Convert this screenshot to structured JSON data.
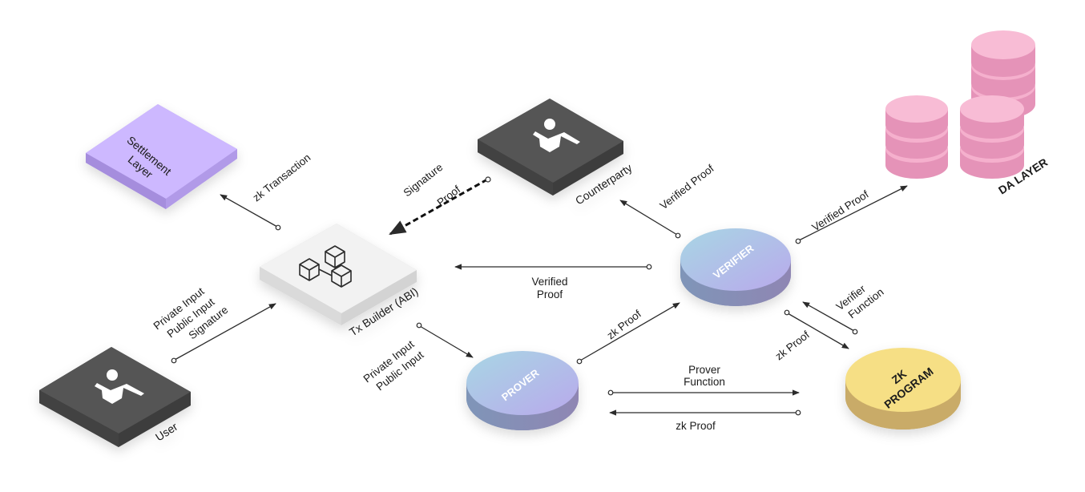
{
  "nodes": {
    "settlement_layer": [
      "Settlement",
      "Layer"
    ],
    "counterparty": "Counterparty",
    "tx_builder": "Tx Builder (ABI)",
    "user": "User",
    "verifier": "VERIFIER",
    "prover": "PROVER",
    "zk_program": [
      "ZK",
      "PROGRAM"
    ],
    "da_layer": "DA LAYER"
  },
  "edges": {
    "zk_transaction": "zk Transaction",
    "signature_proof": [
      "Signature",
      "Proof"
    ],
    "verified_proof_counterparty": "Verified Proof",
    "verified_proof_da": "Verified Proof",
    "verified_proof_tx": [
      "Verified",
      "Proof"
    ],
    "user_inputs": [
      "Private Input",
      "Public Input",
      "Signature"
    ],
    "prover_inputs": [
      "Private Input",
      "Public Input"
    ],
    "zk_proof_to_verifier": "zk Proof",
    "verifier_function": [
      "Verifier",
      "Function"
    ],
    "zk_proof_from_program": "zk Proof",
    "prover_function": [
      "Prover",
      "Function"
    ],
    "zk_proof_to_prover": "zk Proof"
  },
  "colors": {
    "settlement": "#cdb8ff",
    "dark_tile": "#555555",
    "light_tile": "#f2f2f2",
    "disc_gradient": [
      "#a8d4e3",
      "#b6acea"
    ],
    "zk_program": "#f6df85",
    "da_layer": "#f5b0cd"
  }
}
